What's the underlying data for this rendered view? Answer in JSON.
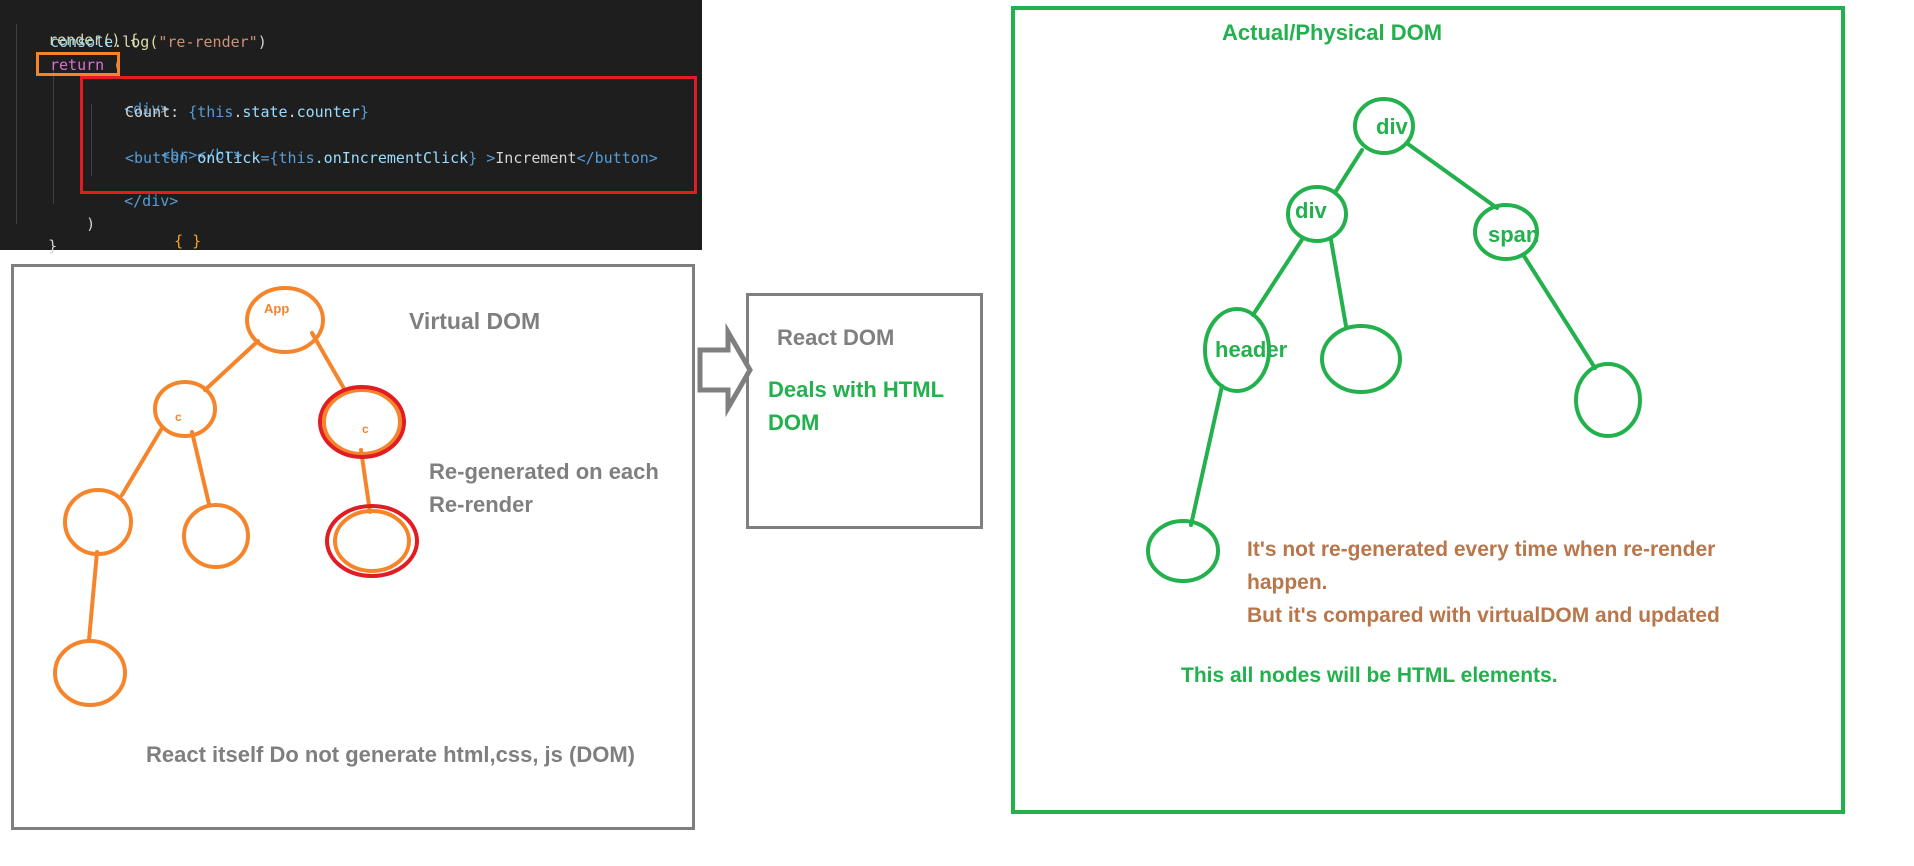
{
  "code": {
    "line1": "render() {",
    "line2_fn": "console",
    "line2_method": ".log(",
    "line2_str": "\"re-render\"",
    "line2_close": ")",
    "line3_kw": "return",
    "line3_paren": " (",
    "line4": "<div>",
    "line5_text": "Count: ",
    "line5_open": "{",
    "line5_this": "this",
    "line5_dot1": ".",
    "line5_state": "state",
    "line5_dot2": ".",
    "line5_counter": "counter",
    "line5_close": "}",
    "line6": "<br></br>",
    "line7_open": "<button ",
    "line7_attr": "onClick",
    "line7_eq": "={",
    "line7_this": "this",
    "line7_handler": ".onIncrementClick",
    "line7_close": "} >",
    "line7_text": "Increment",
    "line7_end": "</button>",
    "line8": "</div>",
    "line9": ")",
    "line10": "}",
    "stray_braces": "{ }"
  },
  "virtual_dom": {
    "title": "Virtual DOM",
    "root_label": "App",
    "left_child_label": "c",
    "right_child_label": "c",
    "note": "Re-generated on each Re-render",
    "note_line1": "Re-generated on each",
    "note_line2": "Re-render",
    "footer": "React itself Do not generate html,css, js (DOM)"
  },
  "react_dom": {
    "title": "React DOM",
    "desc_line1": "Deals with HTML",
    "desc_line2": "DOM"
  },
  "physical_dom": {
    "title": "Actual/Physical DOM",
    "root_label": "div",
    "left_child_label": "div",
    "right_child_label": "span",
    "grandchild_label": "header",
    "note_line1": "It's not re-generated every time when re-render",
    "note_line2": "happen.",
    "note_line3": "But it's compared with virtualDOM and updated",
    "footer": "This all nodes will be HTML elements."
  },
  "colors": {
    "orange": "#f5842a",
    "red": "#e31b23",
    "green": "#22b14c",
    "gray": "#7f7f7f",
    "brown": "#b9764a",
    "code_bg": "#1e1e1e"
  }
}
